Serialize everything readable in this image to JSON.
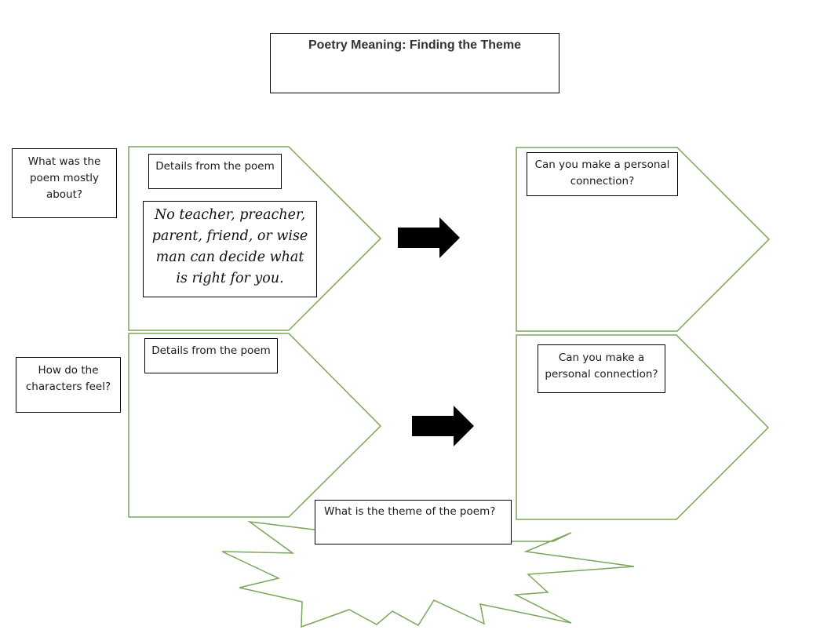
{
  "title": "Poetry Meaning: Finding the Theme",
  "colors": {
    "shape_outline": "#7aa65a",
    "box_border": "#000000",
    "arrow_fill": "#000000",
    "background": "#ffffff"
  },
  "rows": [
    {
      "question": "What was the poem mostly about?",
      "details_label": "Details from the poem",
      "details_quote": "No teacher, preacher, parent, friend, or wise man can decide what is right for you.",
      "connection_label": "Can you make a personal connection?"
    },
    {
      "question": "How do the characters feel?",
      "details_label": "Details from the poem",
      "details_quote": "",
      "connection_label": "Can you make a personal connection?"
    }
  ],
  "theme": {
    "label": "What is the theme of the poem?"
  },
  "icons": {
    "arrow": "right-arrow",
    "burst": "starburst-shape",
    "pentagon": "pentagon-arrow-shape"
  }
}
